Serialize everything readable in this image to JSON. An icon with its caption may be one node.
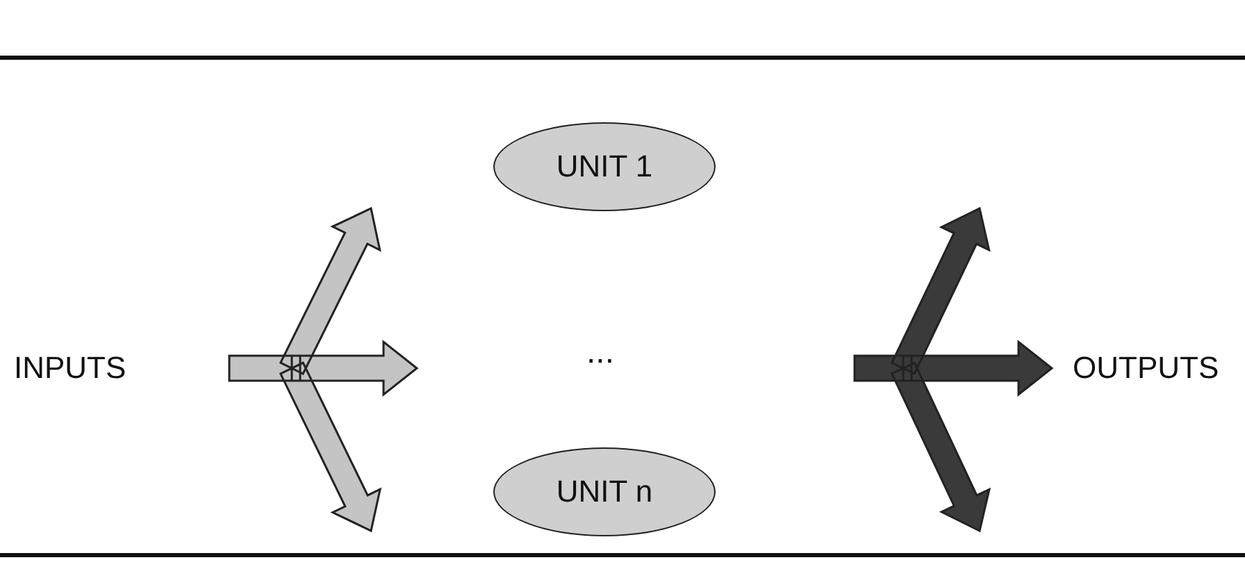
{
  "diagram": {
    "nodes": [
      {
        "text": [
          "INPUTS"
        ]
      },
      {
        "text": [
          "UNIT 1"
        ]
      },
      {
        "text": [
          "UNIT n"
        ]
      },
      {
        "text": [
          "OUTPUTS"
        ]
      }
    ],
    "labels": [
      "..."
    ]
  }
}
